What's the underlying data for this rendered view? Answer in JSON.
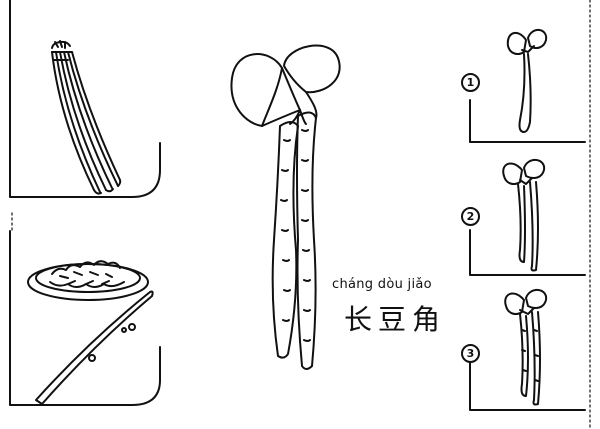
{
  "illustration": {
    "subject": "long-bean",
    "pinyin": "cháng dòu jiǎo",
    "hanzi": "长豆角"
  },
  "steps": [
    {
      "label": "1"
    },
    {
      "label": "2"
    },
    {
      "label": "3"
    }
  ],
  "colors": {
    "ink": "#111111",
    "paper": "#ffffff"
  }
}
